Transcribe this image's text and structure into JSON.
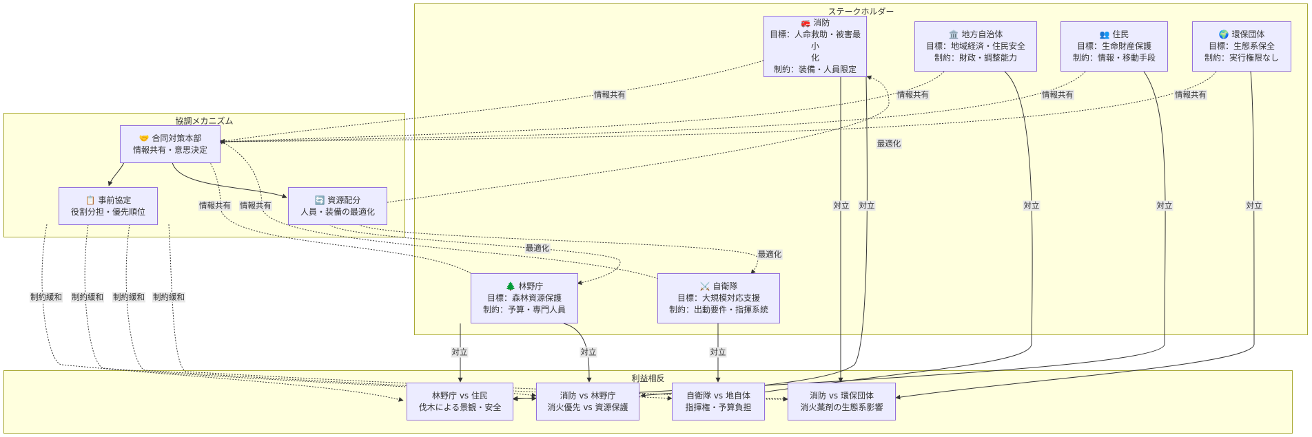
{
  "clusters": {
    "stakeholders": "ステークホルダー",
    "coordination": "協調メカニズム",
    "conflicts": "利益相反"
  },
  "nodes": {
    "fire": {
      "icon": "🚒",
      "title": "消防",
      "line1": "目標：人命救助・被害最小",
      "line2": "化",
      "line3": "制約：装備・人員限定"
    },
    "localgov": {
      "icon": "🏛️",
      "title": "地方自治体",
      "line1": "目標：地域経済・住民安全",
      "line2": "制約：財政・調整能力"
    },
    "residents": {
      "icon": "👥",
      "title": "住民",
      "line1": "目標：生命財産保護",
      "line2": "制約：情報・移動手段"
    },
    "envgroup": {
      "icon": "🌍",
      "title": "環保団体",
      "line1": "目標：生態系保全",
      "line2": "制約：実行権限なし"
    },
    "forestry": {
      "icon": "🌲",
      "title": "林野庁",
      "line1": "目標：森林資源保護",
      "line2": "制約：予算・専門人員"
    },
    "sdf": {
      "icon": "⚔️",
      "title": "自衛隊",
      "line1": "目標：大規模対応支援",
      "line2": "制約：出動要件・指揮系統"
    },
    "hq": {
      "icon": "🤝",
      "title": "合同対策本部",
      "line1": "情報共有・意思決定"
    },
    "agreement": {
      "icon": "📋",
      "title": "事前協定",
      "line1": "役割分担・優先順位"
    },
    "allocation": {
      "icon": "🔄",
      "title": "資源配分",
      "line1": "人員・装備の最適化"
    },
    "c1": {
      "line1": "林野庁 vs 住民",
      "line2": "伐木による景観・安全"
    },
    "c2": {
      "line1": "消防 vs 林野庁",
      "line2": "消火優先 vs 資源保護"
    },
    "c3": {
      "line1": "自衛隊 vs 地自体",
      "line2": "指揮権・予算負担"
    },
    "c4": {
      "line1": "消防 vs 環保団体",
      "line2": "消火薬剤の生態系影響"
    }
  },
  "edge_labels": {
    "info_share": "情報共有",
    "optimize": "最適化",
    "conflict": "対立",
    "relax": "制約緩和"
  }
}
